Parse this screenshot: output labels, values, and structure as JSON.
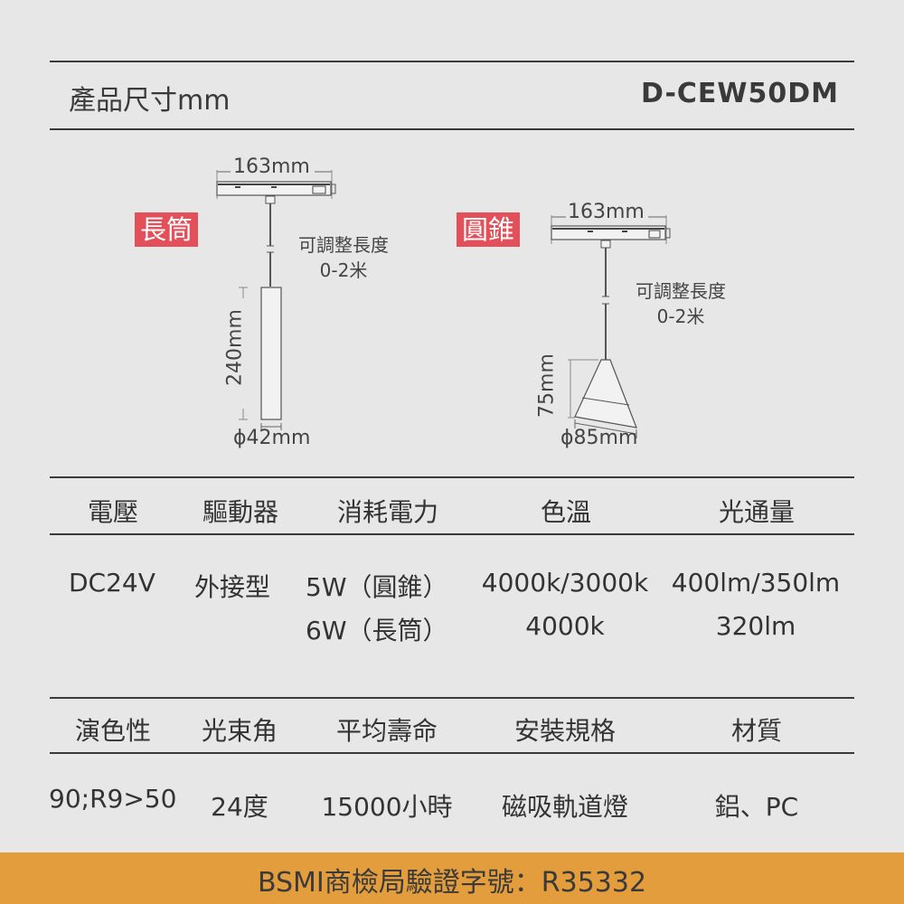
{
  "header": {
    "title": "產品尺寸mm",
    "model": "D-CEW50DM"
  },
  "diagrams": {
    "long_tube": {
      "badge": "長筒",
      "track_width": "163mm",
      "adjustable_line1": "可調整長度",
      "adjustable_line2": "0-2米",
      "height": "240mm",
      "diameter": "ϕ42mm"
    },
    "cone": {
      "badge": "圓錐",
      "track_width": "163mm",
      "adjustable_line1": "可調整長度",
      "adjustable_line2": "0-2米",
      "height": "75mm",
      "diameter": "ϕ85mm"
    }
  },
  "spec_table_1": {
    "headers": [
      "電壓",
      "驅動器",
      "消耗電力",
      "色溫",
      "光通量"
    ],
    "row1": [
      "DC24V",
      "外接型",
      "5W（圓錐）",
      "4000k/3000k",
      "400lm/350lm"
    ],
    "row2": [
      "",
      "",
      "6W（長筒）",
      "4000k",
      "320lm"
    ]
  },
  "spec_table_2": {
    "headers": [
      "演色性",
      "光束角",
      "平均壽命",
      "安裝規格",
      "材質"
    ],
    "row1": [
      "90;R9>50",
      "24度",
      "15000小時",
      "磁吸軌道燈",
      "鋁、PC"
    ]
  },
  "footer": {
    "certification": "BSMI商檢局驗證字號：R35332"
  },
  "colors": {
    "background": "#e7e7e7",
    "badge": "#e4505a",
    "banner": "#e49d3c",
    "text": "#333333"
  }
}
